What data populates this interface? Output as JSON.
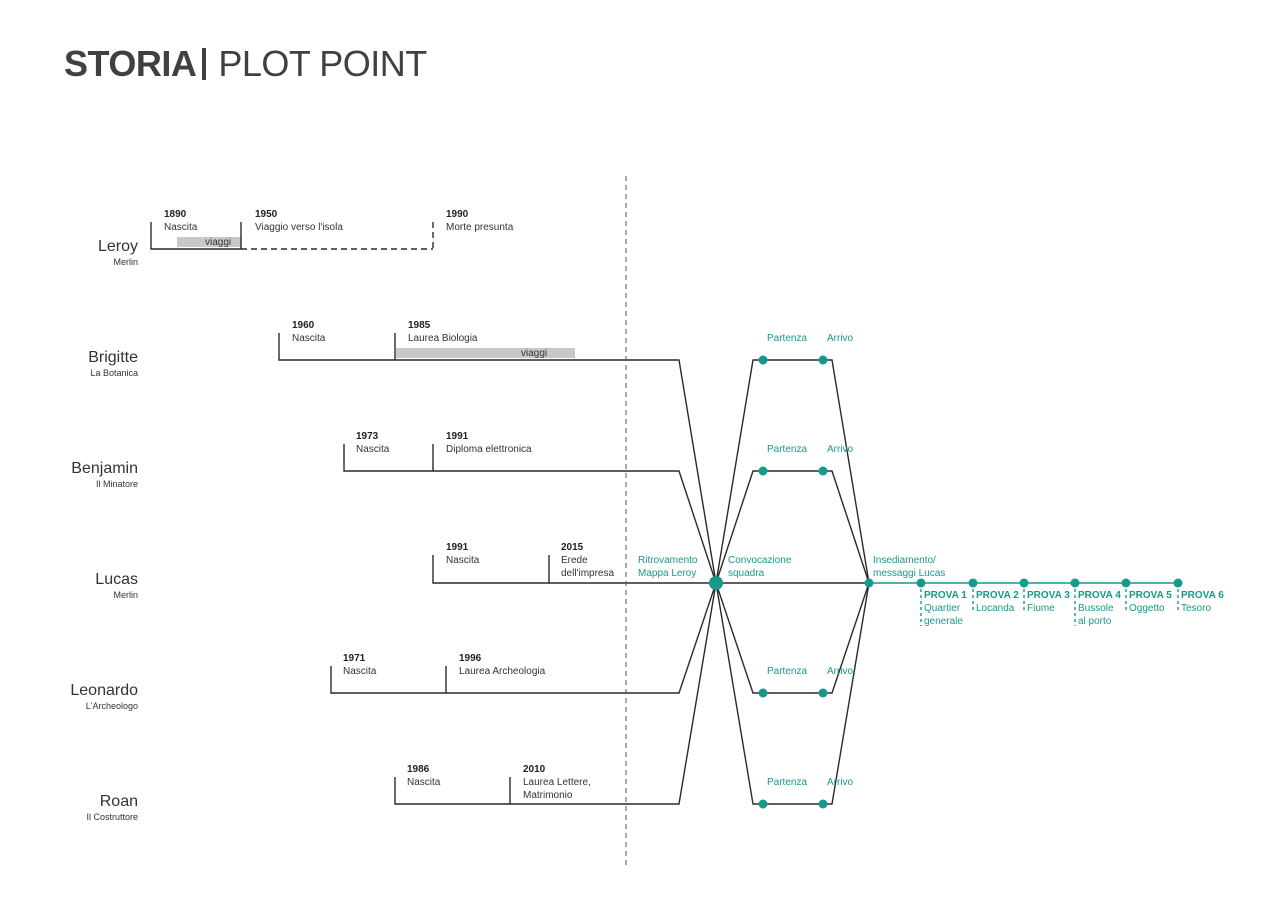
{
  "header": {
    "title_bold": "STORIA",
    "title_light": "PLOT POINT"
  },
  "colors": {
    "accent": "#17998a",
    "line": "#2a2a2a",
    "bar": "#c8c8c8",
    "text": "#404040"
  },
  "characters": [
    {
      "name": "Leroy",
      "role": "Merlin",
      "events": [
        {
          "year": "1890",
          "desc": "Nascita"
        },
        {
          "year": "1950",
          "desc": "Viaggio verso l'isola"
        },
        {
          "year": "1990",
          "desc": "Morte presunta"
        }
      ],
      "bar_label": "viaggi"
    },
    {
      "name": "Brigitte",
      "role": "La Botanica",
      "events": [
        {
          "year": "1960",
          "desc": "Nascita"
        },
        {
          "year": "1985",
          "desc": "Laurea Biologia"
        }
      ],
      "bar_label": "viaggi"
    },
    {
      "name": "Benjamin",
      "role": "Il Minatore",
      "events": [
        {
          "year": "1973",
          "desc": "Nascita"
        },
        {
          "year": "1991",
          "desc": "Diploma elettronica"
        }
      ]
    },
    {
      "name": "Lucas",
      "role": "Merlin",
      "events": [
        {
          "year": "1991",
          "desc": "Nascita"
        },
        {
          "year": "2015",
          "desc": [
            "Erede",
            "dell'impresa"
          ]
        }
      ]
    },
    {
      "name": "Leonardo",
      "role": "L'Archeologo",
      "events": [
        {
          "year": "1971",
          "desc": "Nascita"
        },
        {
          "year": "1996",
          "desc": "Laurea Archeologia"
        }
      ]
    },
    {
      "name": "Roan",
      "role": "Il Costruttore",
      "events": [
        {
          "year": "1986",
          "desc": "Nascita"
        },
        {
          "year": "2010",
          "desc": [
            "Laurea Lettere,",
            "Matrimonio"
          ]
        }
      ]
    }
  ],
  "plot": {
    "ritrovamento": [
      "Ritrovamento",
      "Mappa Leroy"
    ],
    "convocazione": [
      "Convocazione",
      "squadra"
    ],
    "insediamento": [
      "Insediamento/",
      "messaggi Lucas"
    ],
    "partenza": "Partenza",
    "arrivo": "Arrivo",
    "prove": [
      {
        "label": "PROVA 1",
        "desc": [
          "Quartier",
          "generale"
        ]
      },
      {
        "label": "PROVA 2",
        "desc": [
          "Locanda"
        ]
      },
      {
        "label": "PROVA 3",
        "desc": [
          "Fiume"
        ]
      },
      {
        "label": "PROVA 4",
        "desc": [
          "Bussole",
          "al porto"
        ]
      },
      {
        "label": "PROVA 5",
        "desc": [
          "Oggetto"
        ]
      },
      {
        "label": "PROVA 6",
        "desc": [
          "Tesoro"
        ]
      }
    ]
  }
}
